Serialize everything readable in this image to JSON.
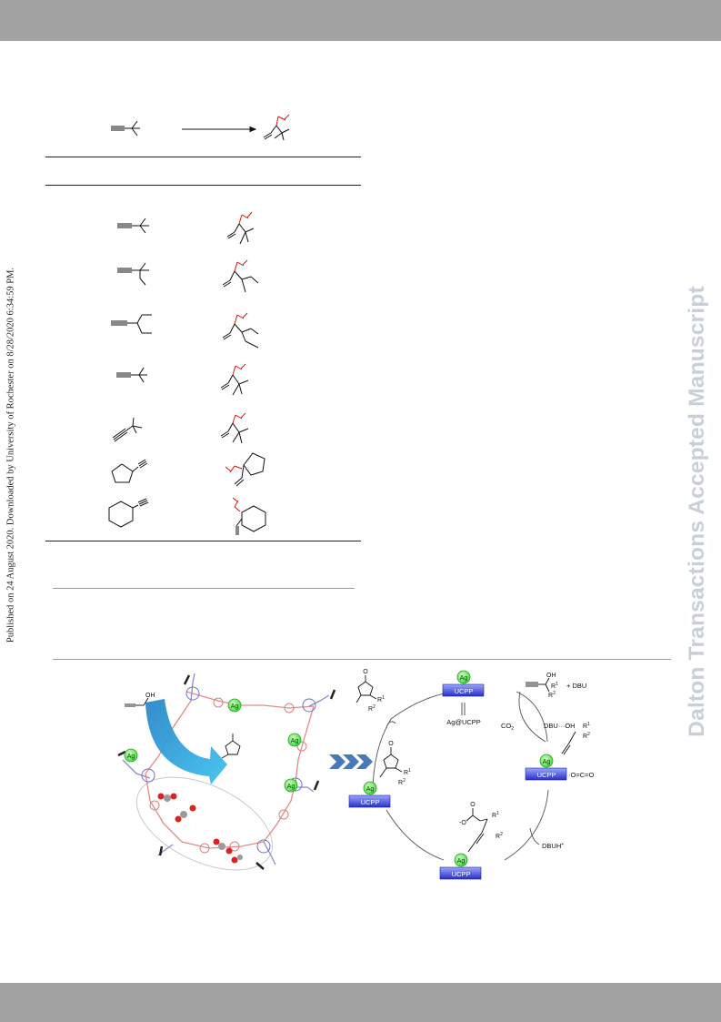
{
  "sidebar_citation": "Published on 24 August 2020. Downloaded by University of Rochester on 8/28/2020 6:34:59 PM.",
  "watermark": "Dalton Transactions Accepted Manuscript",
  "scheme": {
    "ag_label": "Ag",
    "ucpp_label": "UCPP",
    "ag_at_ucpp": "Ag@UCPP",
    "dbu": "+ DBU",
    "dbu_oh": "DBU···OH",
    "co2": "CO",
    "co2_sub": "2",
    "oco": "·O=C=O",
    "dbuh": "DBUH",
    "dbuh_sup": "+",
    "oh": "OH",
    "o": "O",
    "r": "R",
    "r2": "R",
    "sub1": "1",
    "sub2": "2",
    "minus": "-"
  }
}
